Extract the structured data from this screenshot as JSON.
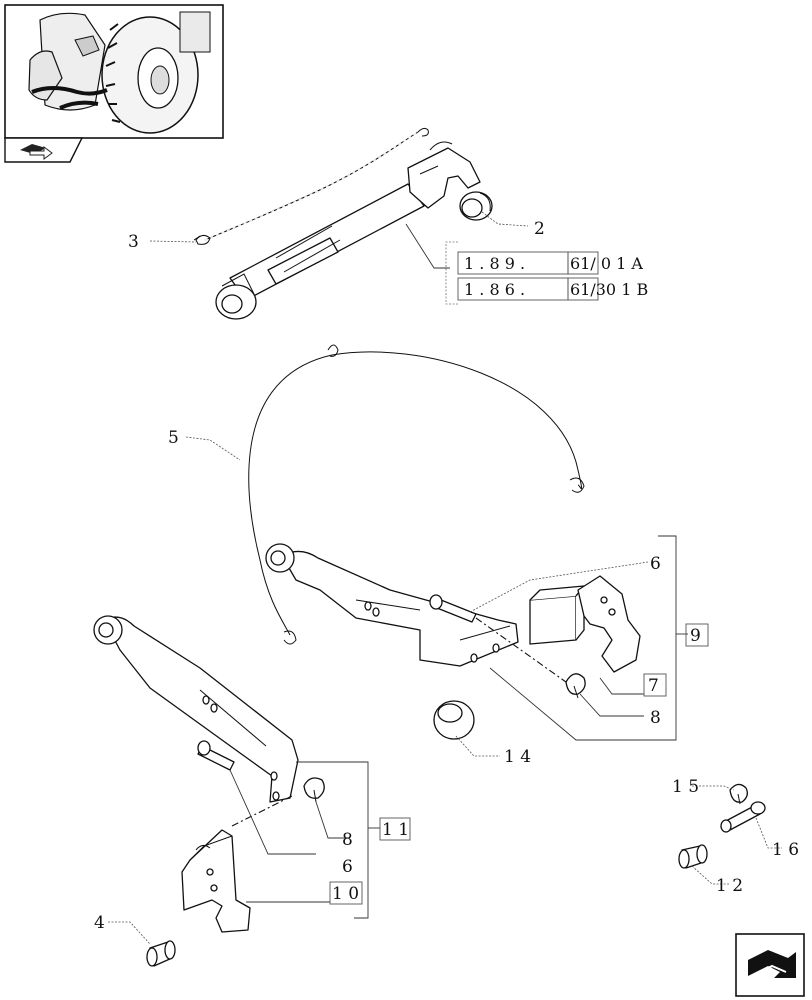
{
  "callouts": {
    "c2": "2",
    "c3": "3",
    "c4": "4",
    "c5": "5",
    "c6a": "6",
    "c6b": "6",
    "c7": "7",
    "c8a": "8",
    "c8b": "8",
    "c9": "9",
    "c10": "1 0",
    "c11": "1 1",
    "c12": "1 2",
    "c14": "1 4",
    "c15": "1 5",
    "c16": "1 6"
  },
  "references": {
    "ref1_left": "1 . 8 9 .",
    "ref1_right": "61/ 0 1 A",
    "ref2_left": "1 . 8 6 .",
    "ref2_right": "61/30 1 B"
  },
  "icons": {
    "thumbnail": "tractor-rear-thumbnail",
    "section": "book-arrow-icon",
    "navigation": "next-page-arrow-icon"
  }
}
